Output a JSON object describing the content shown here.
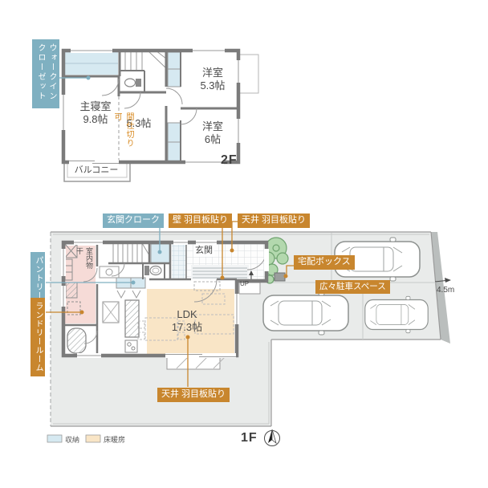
{
  "colors": {
    "teal_accent": "#7FB0C1",
    "orange_accent": "#C8862E",
    "storage_blue": "#D6E9F1",
    "floor_heating_cream": "#F9E5C6",
    "laundry_pink": "#F6DBD7",
    "wall_gray": "#7B7B7B",
    "site_gray": "#E9EBEA"
  },
  "floor2": {
    "floor_label": "2F",
    "callouts": {
      "walk_in_closet": "ウォークインクローゼット"
    },
    "rooms": {
      "master": {
        "name": "主寝室",
        "size": "9.8帖"
      },
      "mid": {
        "size": "5.3帖"
      },
      "west1": {
        "name": "洋室",
        "size": "5.3帖"
      },
      "west2": {
        "name": "洋室",
        "size": "6帖"
      }
    },
    "partition_note": "間仕切り可",
    "balcony": "バルコニー"
  },
  "floor1": {
    "floor_label": "1F",
    "callouts": {
      "entrance_cloak": "玄関クローク",
      "wall_panel": "壁 羽目板貼り",
      "ceiling_panel_top": "天井 羽目板貼り",
      "ceiling_panel_bottom": "天井 羽目板貼り",
      "pantry": "パントリー",
      "laundry_room": "ランドリールーム",
      "delivery_box": "宅配ボックス",
      "parking": "広々駐車スペース"
    },
    "rooms": {
      "entrance": "玄関",
      "ldk_name": "LDK",
      "ldk_size": "17.3帖",
      "indoor_drying": "室内物干",
      "up": "UP"
    },
    "dimension": "4.5m"
  },
  "legend": {
    "storage": "収納",
    "floor_heating": "床暖房"
  }
}
